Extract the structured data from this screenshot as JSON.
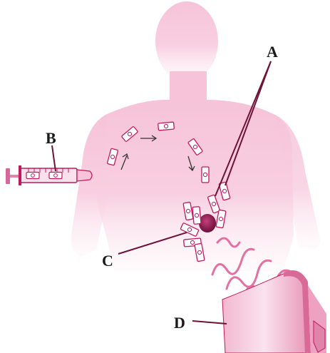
{
  "labels": {
    "a": "A",
    "b": "B",
    "c": "C",
    "d": "D"
  },
  "colors": {
    "body": "#f6c6da",
    "body_light": "#fbe1ec",
    "seed_fill": "#ffffff",
    "seed_stroke": "#c2185b",
    "line": "#6d1238",
    "tumor": "#8e1450",
    "arrow": "#333333"
  }
}
